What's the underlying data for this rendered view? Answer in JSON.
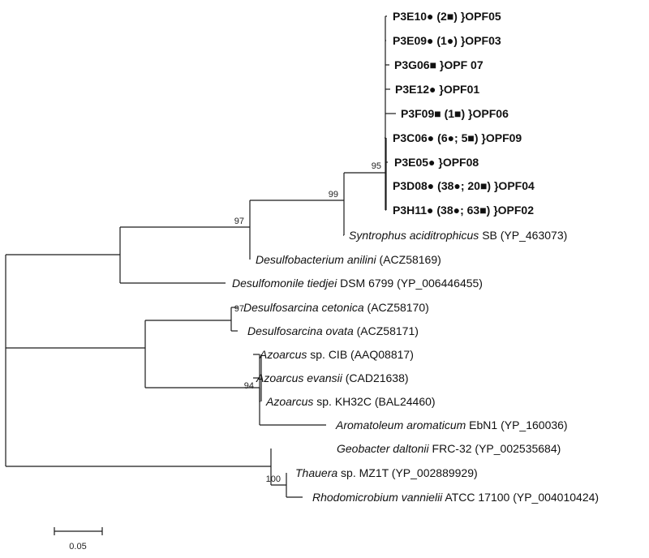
{
  "tree": {
    "leaves": [
      {
        "segments": [
          {
            "t": "P3E10● (2■) }OPF05",
            "i": false
          }
        ],
        "bold": true
      },
      {
        "segments": [
          {
            "t": "P3E09● (1●) }OPF03",
            "i": false
          }
        ],
        "bold": true
      },
      {
        "segments": [
          {
            "t": "P3G06■ }OPF 07",
            "i": false
          }
        ],
        "bold": true
      },
      {
        "segments": [
          {
            "t": "P3E12● }OPF01",
            "i": false
          }
        ],
        "bold": true
      },
      {
        "segments": [
          {
            "t": "P3F09■ (1■) }OPF06",
            "i": false
          }
        ],
        "bold": true
      },
      {
        "segments": [
          {
            "t": "P3C06● (6●; 5■) }OPF09",
            "i": false
          }
        ],
        "bold": true
      },
      {
        "segments": [
          {
            "t": "P3E05● }OPF08",
            "i": false
          }
        ],
        "bold": true
      },
      {
        "segments": [
          {
            "t": "P3D08● (38●; 20■) }OPF04",
            "i": false
          }
        ],
        "bold": true
      },
      {
        "segments": [
          {
            "t": "P3H11● (38●; 63■) }OPF02",
            "i": false
          }
        ],
        "bold": true
      },
      {
        "segments": [
          {
            "t": "Syntrophus aciditrophicus",
            "i": true
          },
          {
            "t": " SB (YP_463073)",
            "i": false
          }
        ],
        "bold": false
      },
      {
        "segments": [
          {
            "t": "Desulfobacterium anilini",
            "i": true
          },
          {
            "t": " (ACZ58169)",
            "i": false
          }
        ],
        "bold": false
      },
      {
        "segments": [
          {
            "t": "Desulfomonile tiedjei",
            "i": true
          },
          {
            "t": " DSM 6799 (YP_006446455)",
            "i": false
          }
        ],
        "bold": false
      },
      {
        "segments": [
          {
            "t": "Desulfosarcina cetonica",
            "i": true
          },
          {
            "t": " (ACZ58170)",
            "i": false
          }
        ],
        "bold": false
      },
      {
        "segments": [
          {
            "t": "Desulfosarcina ovata",
            "i": true
          },
          {
            "t": " (ACZ58171)",
            "i": false
          }
        ],
        "bold": false
      },
      {
        "segments": [
          {
            "t": "Azoarcus",
            "i": true
          },
          {
            "t": " sp. CIB (AAQ08817)",
            "i": false
          }
        ],
        "bold": false
      },
      {
        "segments": [
          {
            "t": "Azoarcus evansii",
            "i": true
          },
          {
            "t": " (CAD21638)",
            "i": false
          }
        ],
        "bold": false
      },
      {
        "segments": [
          {
            "t": "Azoarcus",
            "i": true
          },
          {
            "t": " sp. KH32C (BAL24460)",
            "i": false
          }
        ],
        "bold": false
      },
      {
        "segments": [
          {
            "t": "Aromatoleum aromaticum",
            "i": true
          },
          {
            "t": " EbN1 (YP_160036)",
            "i": false
          }
        ],
        "bold": false
      },
      {
        "segments": [
          {
            "t": "Geobacter daltonii",
            "i": true
          },
          {
            "t": " FRC-32 (YP_002535684)",
            "i": false
          }
        ],
        "bold": false
      },
      {
        "segments": [
          {
            "t": "Thauera",
            "i": true
          },
          {
            "t": " sp. MZ1T (YP_002889929)",
            "i": false
          }
        ],
        "bold": false
      },
      {
        "segments": [
          {
            "t": "Rhodomicrobium vannielii",
            "i": true
          },
          {
            "t": " ATCC 17100 (YP_004010424)",
            "i": false
          }
        ],
        "bold": false
      }
    ],
    "bootstrap_values": [
      "95",
      "99",
      "97",
      "97",
      "94",
      "100"
    ],
    "scale_bar": {
      "label": "0.05",
      "value": 0.05
    }
  }
}
